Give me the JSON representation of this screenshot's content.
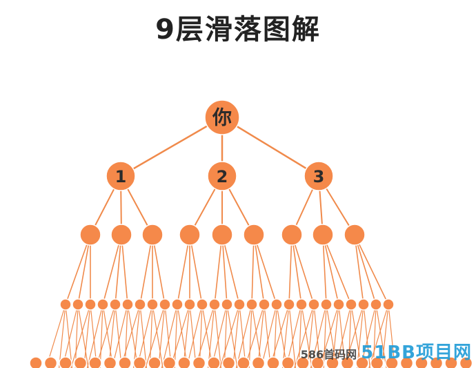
{
  "title": "9层滑落图解",
  "colors": {
    "node_fill": "#f5894a",
    "node_stroke": "#ffffff",
    "edge": "#f08a4b",
    "title": "#222222"
  },
  "tree": {
    "root_label": "你",
    "level1_labels": [
      "1",
      "2",
      "3"
    ],
    "level2_branching": 3,
    "level3_branching": 3,
    "level4_partial": true
  },
  "watermark": {
    "site": "586首码网",
    "brand": "51BB项目网"
  }
}
